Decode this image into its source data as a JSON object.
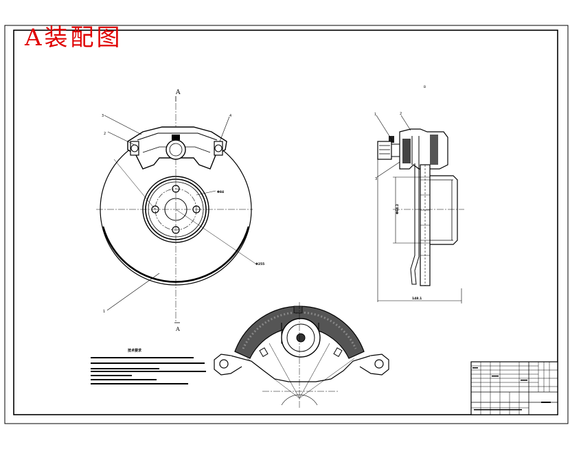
{
  "title": "A装配图",
  "view_labels": {
    "section_a_top": "A",
    "section_a_bottom": "A",
    "side_view": "B"
  },
  "dimensions": {
    "hub_bolt_circle": "Φ84",
    "disc_diameter": "Φ255",
    "hub_bore": "Φ64.2",
    "side_overall": "148.1"
  },
  "part_numbers": {
    "front_1": "1",
    "front_2": "2",
    "front_3": "3",
    "front_4": "4",
    "side_1": "1",
    "side_2": "2",
    "side_3": "3"
  },
  "notes_heading": "技术要求"
}
